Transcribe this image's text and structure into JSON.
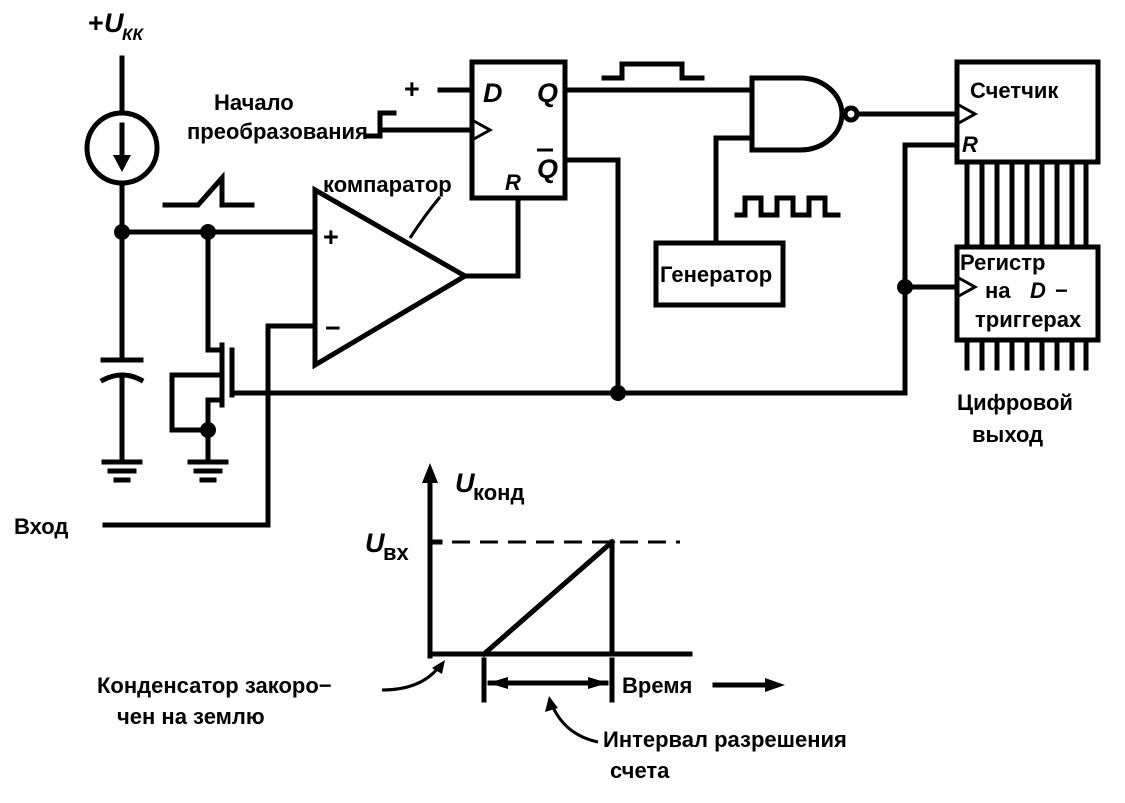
{
  "supply": {
    "plus": "+",
    "symbol": "U",
    "sub": "КК"
  },
  "labels": {
    "start_line1": "Начало",
    "start_line2": "преобразования",
    "comparator": "компаратор",
    "cmp_plus": "+",
    "cmp_minus": "−",
    "ff_plus": "+",
    "ff_d": "D",
    "ff_q": "Q",
    "ff_qbar": "Q",
    "ff_r": "R",
    "generator": "Генератор",
    "counter": "Счетчик",
    "counter_r": "R",
    "register_line1": "Регистр",
    "register_line2a": "на",
    "register_line2b": "D",
    "register_line2c": "−",
    "register_line3": "триггерах",
    "digital_out_line1": "Цифровой",
    "digital_out_line2": "выход",
    "input": "Вход"
  },
  "graph": {
    "y_symbol": "U",
    "y_sub": "конд",
    "uin_symbol": "U",
    "uin_sub": "вх",
    "time": "Время",
    "cap_line1": "Конденсатор закоро−",
    "cap_line2": "чен на землю",
    "interval_line1": "Интервал разрешения",
    "interval_line2": "счета"
  }
}
